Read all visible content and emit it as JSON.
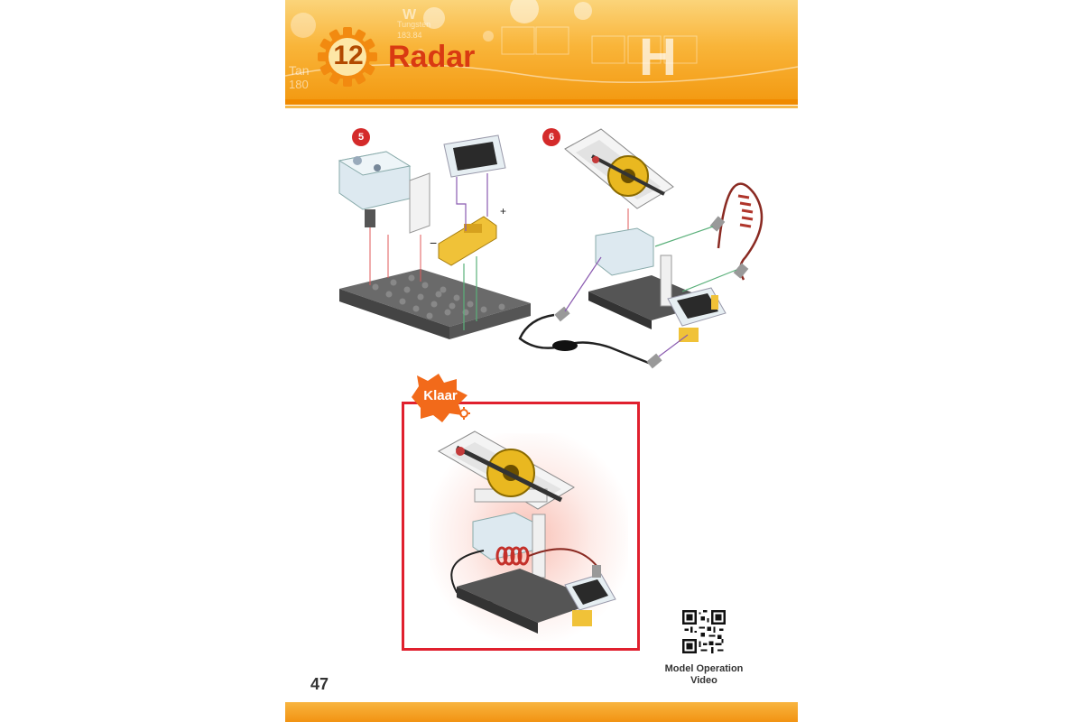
{
  "header": {
    "step_number": "12",
    "title": "Radar",
    "background_glyph": "H",
    "background_texts": [
      "Tungsten",
      "Tan",
      "180",
      "W",
      "183.84"
    ]
  },
  "steps": [
    {
      "number": "5",
      "illustration": "Assembly: motor unit, solar panel, battery holder with + and − wires onto grey base plate",
      "plus_label": "+",
      "minus_label": "−"
    },
    {
      "number": "6",
      "illustration": "Assembly: radar dish with gear on motor, wires with plugs, solar panel on base plate"
    }
  ],
  "result": {
    "badge_label": "Klaar",
    "illustration": "Completed radar model"
  },
  "qr": {
    "label_line1": "Model Operation",
    "label_line2": "Video"
  },
  "page_number": "47",
  "colors": {
    "header_orange": "#f39a12",
    "title_red": "#d93a12",
    "frame_red": "#e0202e",
    "badge_red": "#d42a2a"
  }
}
